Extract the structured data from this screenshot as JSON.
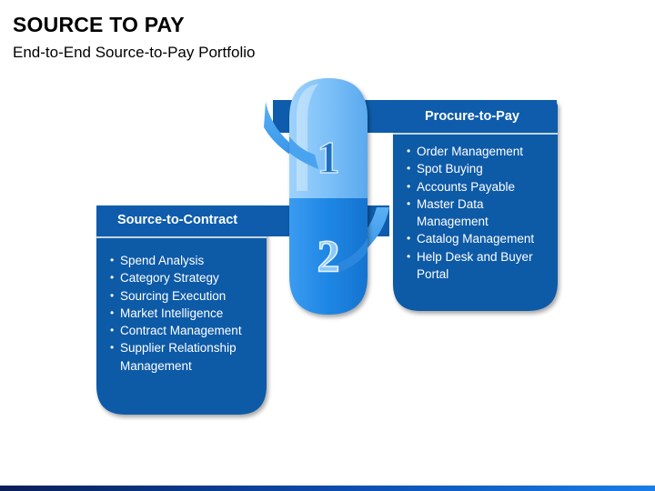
{
  "header": {
    "title": "SOURCE TO PAY",
    "subtitle": "End-to-End Source-to-Pay Portfolio"
  },
  "diagram": {
    "numbers": [
      "1",
      "2"
    ],
    "colors": {
      "panel": "#0d5aa7",
      "panel_dark": "#0a3f80",
      "capsule_light": "#7fc0f7",
      "capsule_dark": "#1e88e5"
    },
    "procure_to_pay": {
      "heading": "Procure-to-Pay",
      "items": [
        "Order Management",
        "Spot Buying",
        " Accounts Payable",
        " Master Data Management",
        " Catalog Management",
        "Help Desk and Buyer Portal"
      ]
    },
    "source_to_contract": {
      "heading": "Source-to-Contract",
      "items": [
        "Spend Analysis",
        "Category Strategy",
        "Sourcing Execution",
        "Market Intelligence",
        "Contract Management",
        " Supplier Relationship Management"
      ]
    }
  }
}
